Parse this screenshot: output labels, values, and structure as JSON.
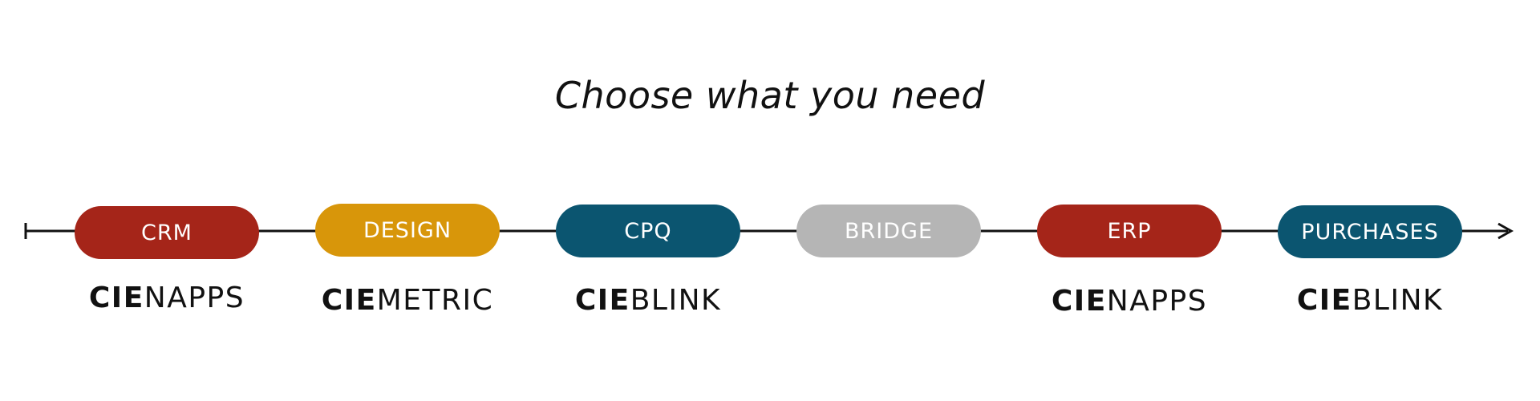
{
  "title": "Choose what you need",
  "colors": {
    "red": "#a52519",
    "gold": "#d8960a",
    "teal": "#0b5570",
    "gray": "#b5b5b5",
    "line": "#111111"
  },
  "steps": [
    {
      "label": "CRM",
      "color": "#a52519",
      "brand_bold": "CIE",
      "brand_light": "NAPPS"
    },
    {
      "label": "DESIGN",
      "color": "#d8960a",
      "brand_bold": "CIE",
      "brand_light": "METRIC"
    },
    {
      "label": "CPQ",
      "color": "#0b5570",
      "brand_bold": "CIE",
      "brand_light": "BLINK"
    },
    {
      "label": "BRIDGE",
      "color": "#b5b5b5",
      "brand_bold": "",
      "brand_light": ""
    },
    {
      "label": "ERP",
      "color": "#a52519",
      "brand_bold": "CIE",
      "brand_light": "NAPPS"
    },
    {
      "label": "PURCHASES",
      "color": "#0b5570",
      "brand_bold": "CIE",
      "brand_light": "BLINK"
    }
  ]
}
